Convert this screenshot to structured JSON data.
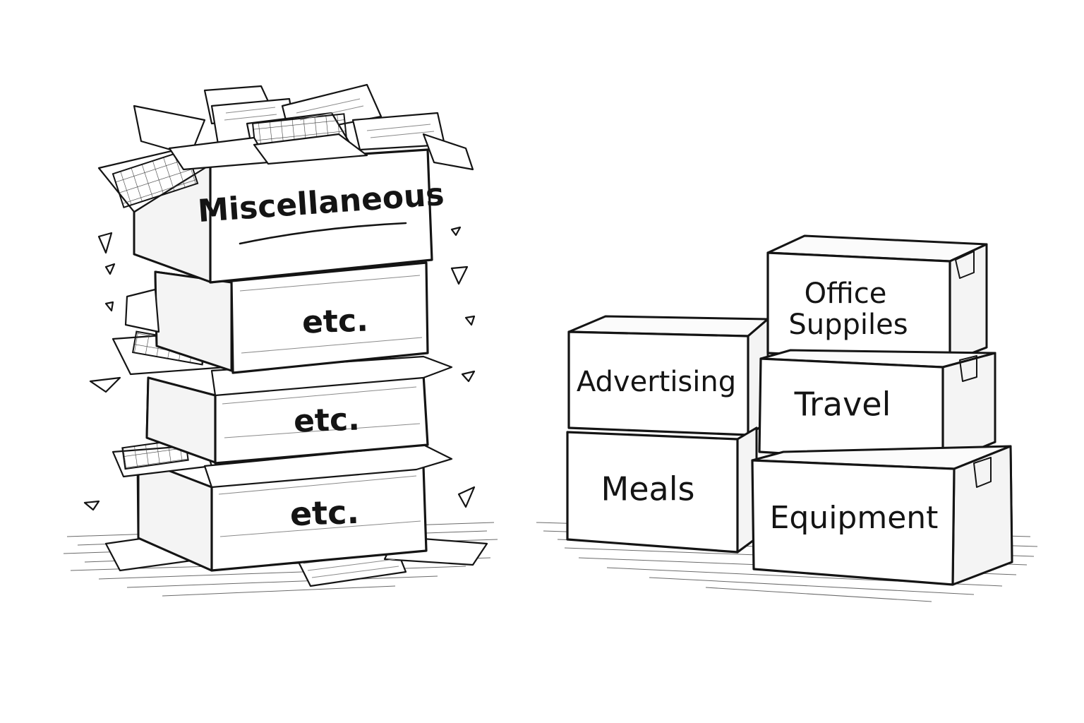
{
  "left_stack": {
    "labels": [
      "Miscellaneous",
      "etc.",
      "etc.",
      "etc."
    ]
  },
  "right_stack": {
    "labels": [
      "Office",
      "Suppiles",
      "Advertising",
      "Travel",
      "Meals",
      "Equipment"
    ]
  },
  "colors": {
    "ink": "#141414",
    "paper": "#ffffff"
  }
}
